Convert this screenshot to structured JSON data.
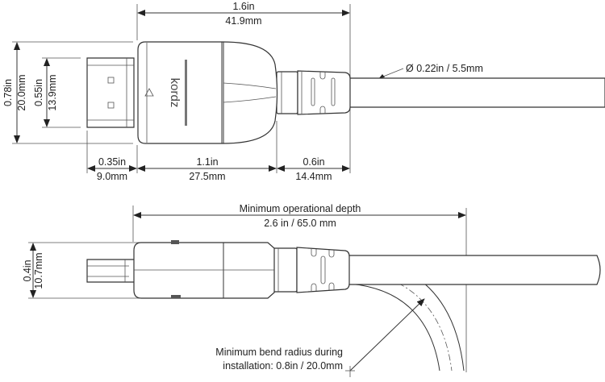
{
  "top_view": {
    "overall_length": {
      "in": "1.6in",
      "mm": "41.9mm"
    },
    "body_height": {
      "in": "0.78in",
      "mm": "20.0mm"
    },
    "plug_height": {
      "in": "0.55in",
      "mm": "13.9mm"
    },
    "plug_length": {
      "in": "0.35in",
      "mm": "9.0mm"
    },
    "body_length": {
      "in": "1.1in",
      "mm": "27.5mm"
    },
    "strain_relief_length": {
      "in": "0.6in",
      "mm": "14.4mm"
    },
    "cable_diameter": "Ø 0.22in / 5.5mm",
    "brand_logo": "kordz"
  },
  "side_view": {
    "depth_title": "Minimum operational depth",
    "depth_value": "2.6 in / 65.0 mm",
    "thickness": {
      "in": "0.4in",
      "mm": "10.7mm"
    },
    "bend_radius_line1": "Minimum bend radius during",
    "bend_radius_line2": "installation: 0.8in / 20.0mm"
  }
}
